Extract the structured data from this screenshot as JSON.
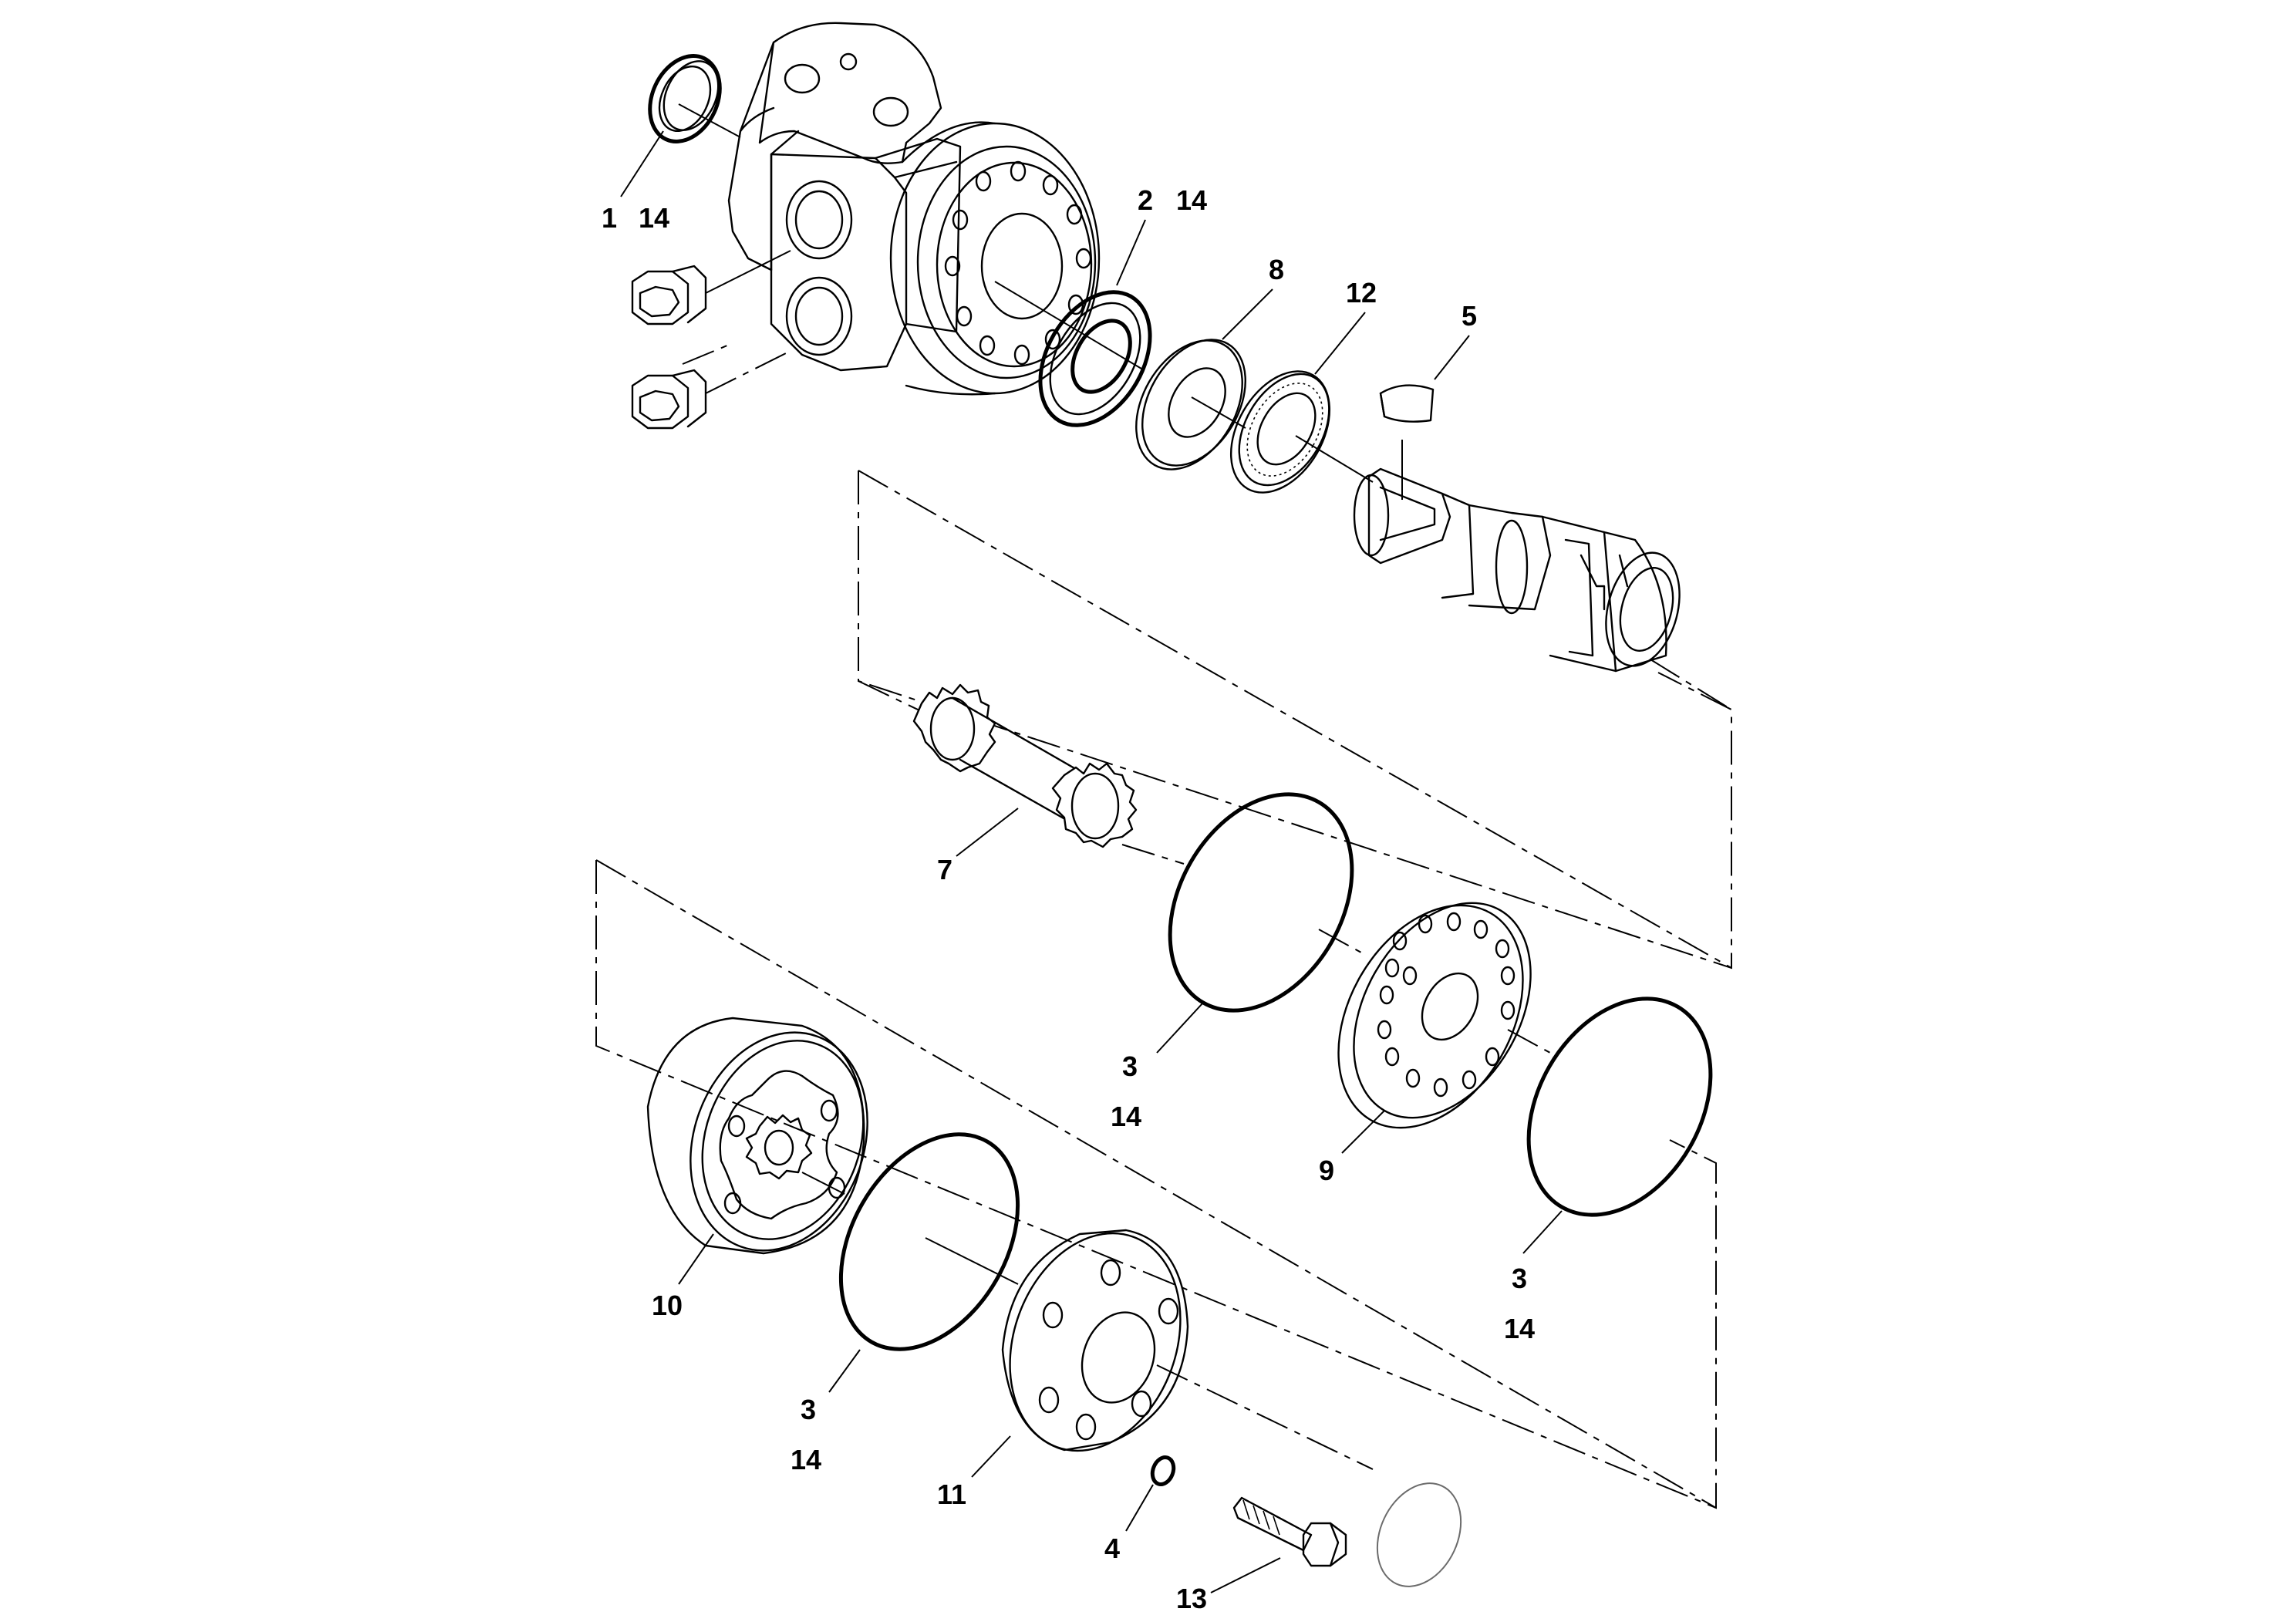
{
  "labels": {
    "l1": "1",
    "l1b": "14",
    "l2": "2",
    "l2b": "14",
    "l8": "8",
    "l12": "12",
    "l5": "5",
    "l7": "7",
    "l3a": "3",
    "l3ab": "14",
    "l9": "9",
    "l3b": "3",
    "l3bb": "14",
    "l10": "10",
    "l3c": "3",
    "l3cb": "14",
    "l11": "11",
    "l4": "4",
    "l13": "13"
  }
}
